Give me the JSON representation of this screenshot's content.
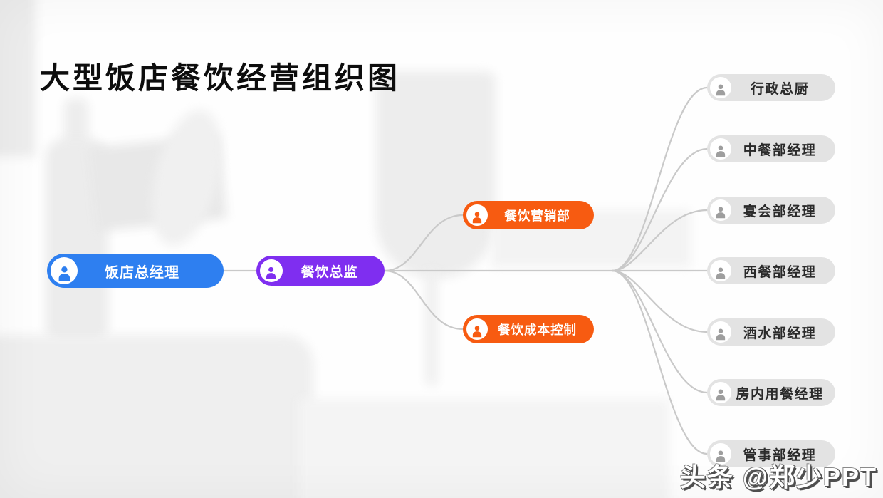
{
  "slide": {
    "title": "大型饭店餐饮经营组织图",
    "watermark": "头条 @郑少PPT"
  },
  "org": {
    "root": {
      "label": "饭店总经理",
      "color": "#2E7FF0"
    },
    "director": {
      "label": "餐饮总监",
      "color": "#7F2EF0"
    },
    "staff_units": [
      {
        "label": "餐饮营销部",
        "color": "#F75B11"
      },
      {
        "label": "餐饮成本控制",
        "color": "#F75B11"
      }
    ],
    "departments": [
      {
        "label": "行政总厨"
      },
      {
        "label": "中餐部经理"
      },
      {
        "label": "宴会部经理"
      },
      {
        "label": "西餐部经理"
      },
      {
        "label": "酒水部经理"
      },
      {
        "label": "房内用餐经理"
      },
      {
        "label": "管事部经理"
      }
    ],
    "department_style": {
      "background": "#E3E3E3",
      "text_color": "#2A2A2A",
      "icon_color": "#9E9E9E"
    },
    "connector_color": "#C9C9C9"
  }
}
